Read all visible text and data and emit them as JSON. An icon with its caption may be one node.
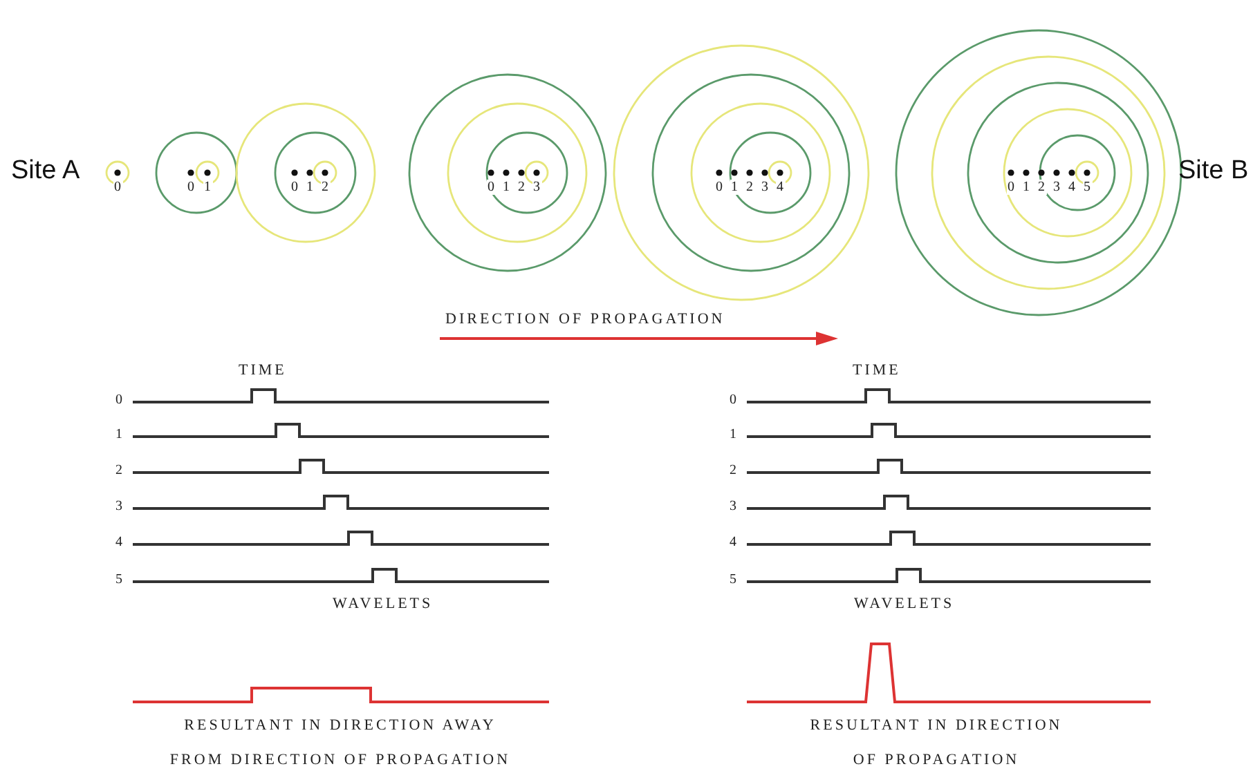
{
  "diagram": {
    "labels": [
      "Site A",
      "0",
      "0",
      "1",
      "0",
      "1",
      "2",
      "0",
      "1",
      "2",
      "3",
      "0",
      "1",
      "2",
      "3",
      "4",
      "0",
      "1",
      "2",
      "3",
      "4",
      "5",
      "Site B",
      "DIRECTION OF PROPAGATION",
      "TIME",
      "0",
      "1",
      "2",
      "3",
      "4",
      "5",
      "WAVELETS",
      "TIME",
      "0",
      "1",
      "2",
      "3",
      "4",
      "5",
      "WAVELETS",
      "RESULTANT IN DIRECTION AWAY FROM DIRECTION OF PROPAGATION",
      "RESULTANT IN DIRECTION OF PROPAGATION"
    ]
  }
}
